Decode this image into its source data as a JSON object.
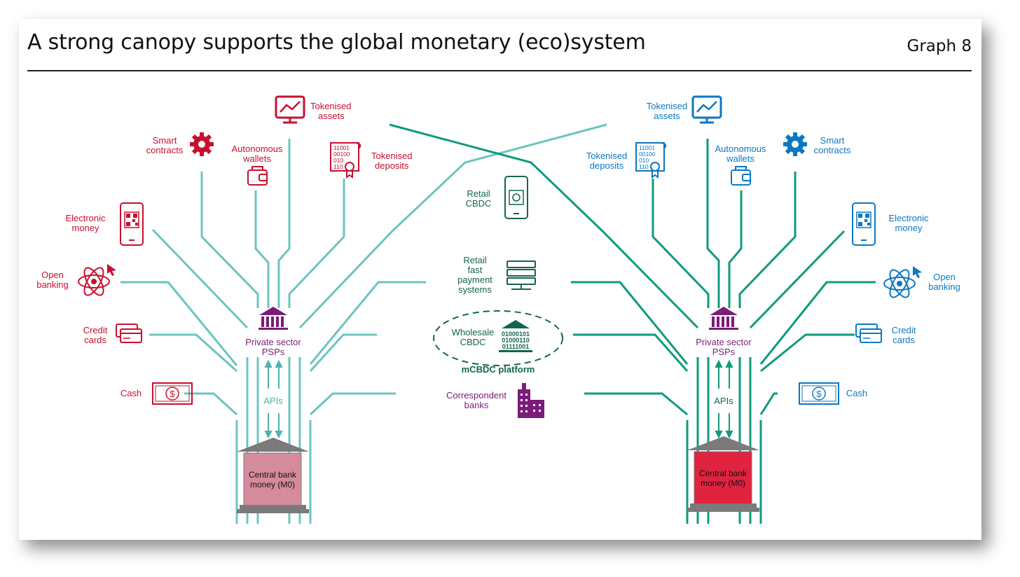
{
  "header": {
    "title": "A strong canopy supports the global monetary (eco)system",
    "graph_number": "Graph 8"
  },
  "colors": {
    "red": "#c8102e",
    "blue": "#0a78c2",
    "teal": "#6cc4c0",
    "green": "#0f9a7f",
    "darkgreen": "#14654f",
    "purple": "#7b1c7a",
    "pink": "#d58b9c",
    "crimson": "#e0233f",
    "grey": "#7a7a7a"
  },
  "left": {
    "tokenised_assets": [
      "Tokenised",
      "assets"
    ],
    "smart_contracts": [
      "Smart",
      "contracts"
    ],
    "autonomous_wallets": [
      "Autonomous",
      "wallets"
    ],
    "tokenised_deposits": [
      "Tokenised",
      "deposits"
    ],
    "electronic_money": [
      "Electronic",
      "money"
    ],
    "open_banking": [
      "Open",
      "banking"
    ],
    "credit_cards": [
      "Credit",
      "cards"
    ],
    "cash": "Cash",
    "psp": [
      "Private sector",
      "PSPs"
    ],
    "apis": "APIs",
    "central_bank": [
      "Central bank",
      "money (M0)"
    ]
  },
  "right": {
    "tokenised_assets": [
      "Tokenised",
      "assets"
    ],
    "smart_contracts": [
      "Smart",
      "contracts"
    ],
    "autonomous_wallets": [
      "Autonomous",
      "wallets"
    ],
    "tokenised_deposits": [
      "Tokenised",
      "deposits"
    ],
    "electronic_money": [
      "Electronic",
      "money"
    ],
    "open_banking": [
      "Open",
      "banking"
    ],
    "credit_cards": [
      "Credit",
      "cards"
    ],
    "cash": "Cash",
    "psp": [
      "Private sector",
      "PSPs"
    ],
    "apis": "APIs",
    "central_bank": [
      "Central bank",
      "money (M0)"
    ]
  },
  "center": {
    "retail_cbdc": [
      "Retail",
      "CBDC"
    ],
    "retail_fps": [
      "Retail",
      "fast",
      "payment",
      "systems"
    ],
    "wholesale_cbdc": [
      "Wholesale",
      "CBDC"
    ],
    "binary": [
      "01000101",
      "01000110",
      "01111001"
    ],
    "mcbdc": "mCBDC platform",
    "correspondent": [
      "Correspondent",
      "banks"
    ]
  },
  "icons": {
    "document_digits": [
      "11001",
      "00100",
      "010",
      "110"
    ],
    "dollar": "$"
  }
}
